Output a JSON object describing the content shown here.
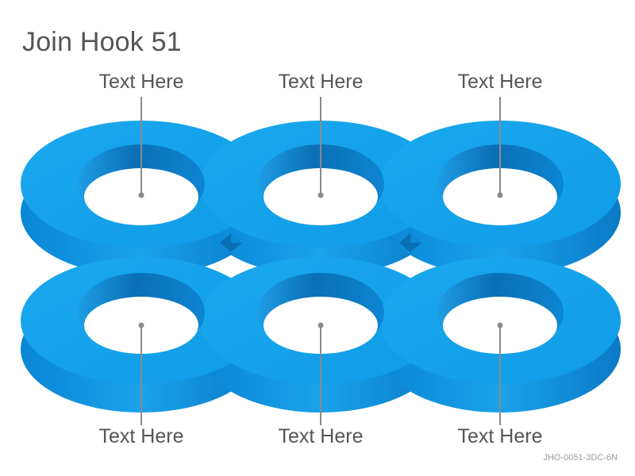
{
  "title": "Join Hook 51",
  "colors": {
    "ring_top": "#14a5ec",
    "ring_side_dark": "#0d7fc8",
    "inner_wall": "#0b78bf",
    "leader": "#8a8a8a"
  },
  "labels": {
    "top": [
      "Text Here",
      "Text Here",
      "Text Here"
    ],
    "bottom": [
      "Text Here",
      "Text Here",
      "Text Here"
    ]
  },
  "code": "JHO-0051-3DC-6N"
}
